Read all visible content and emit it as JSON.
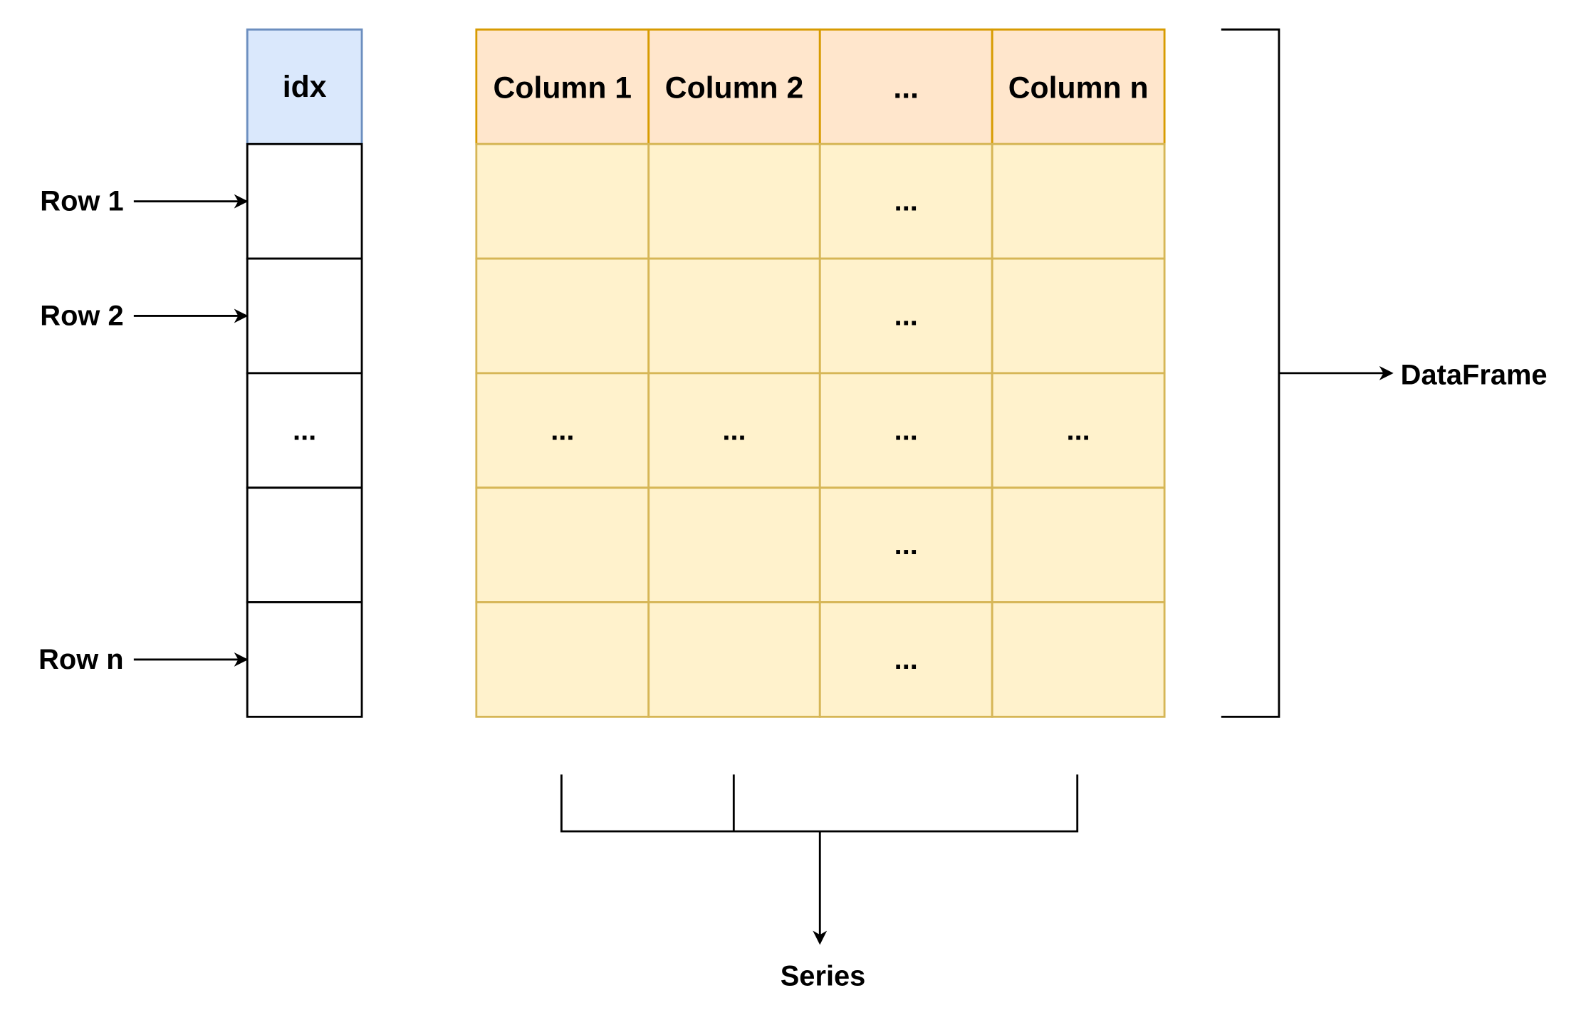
{
  "index": {
    "header": "idx",
    "cells": [
      "",
      "",
      "...",
      "",
      ""
    ],
    "colors": {
      "header_fill": "#dae8fc",
      "header_stroke": "#6c8ebf",
      "cell_fill": "#ffffff",
      "cell_stroke": "#000000"
    }
  },
  "table": {
    "headers": [
      "Column 1",
      "Column 2",
      "...",
      "Column n"
    ],
    "rows": [
      [
        "",
        "",
        "...",
        ""
      ],
      [
        "",
        "",
        "...",
        ""
      ],
      [
        "...",
        "...",
        "...",
        "..."
      ],
      [
        "",
        "",
        "...",
        ""
      ],
      [
        "",
        "",
        "...",
        ""
      ]
    ],
    "colors": {
      "header_fill": "#ffe6cc",
      "header_stroke": "#d79b00",
      "cell_fill": "#fff2cc",
      "cell_stroke": "#d6b656"
    }
  },
  "row_labels": [
    {
      "text": "Row 1",
      "row": 0
    },
    {
      "text": "Row 2",
      "row": 1
    },
    {
      "text": "Row n",
      "row": 4
    }
  ],
  "dataframe_label": "DataFrame",
  "series_label": "Series"
}
